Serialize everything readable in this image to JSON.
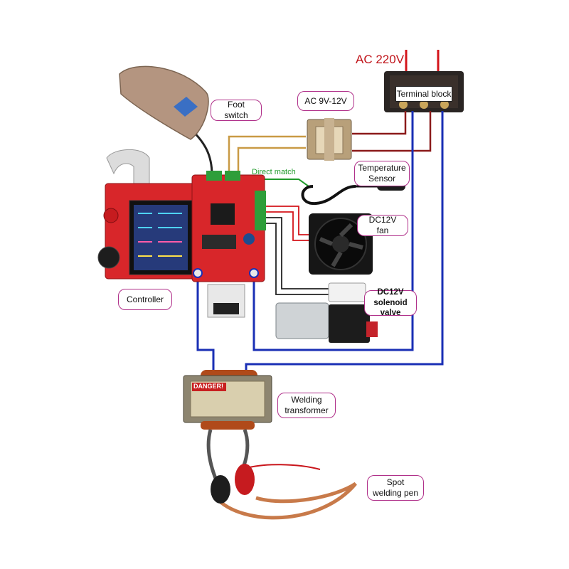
{
  "title": "AC 220V",
  "labels": {
    "terminal_block": "Terminal block",
    "foot_switch": "Foot switch",
    "transformer_small": "AC 9V-12V",
    "direct_match": "Direct match",
    "temperature_sensor": "Temperature Sensor",
    "fan": "DC12V fan",
    "solenoid_valve": "DC12V solenoid valve",
    "controller": "Controller",
    "welding_transformer": "Welding transformer",
    "spot_welding_pen": "Spot welding pen"
  },
  "transformer_plate": {
    "warning": "DANGER!"
  },
  "colors": {
    "power_wire": "#c0141a",
    "signal_wire": "#1f9a2a",
    "welding_wire": "#1a2fb5",
    "label_border": "#b0308a",
    "board": "#d8262a"
  }
}
